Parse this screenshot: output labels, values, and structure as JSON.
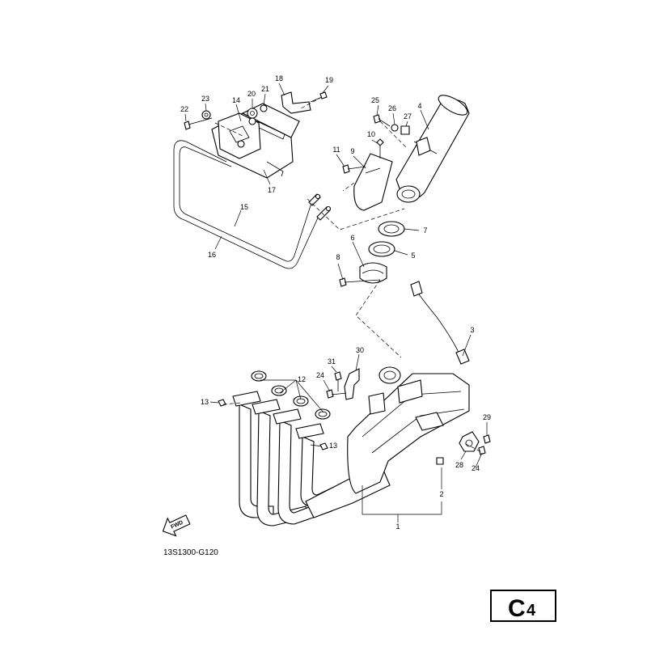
{
  "diagram": {
    "drawing_code": "13S1300-G120",
    "page_ref": {
      "letter": "C",
      "number": "4"
    },
    "fwd_label": "FWD",
    "callouts": [
      {
        "id": "c1",
        "label": "1"
      },
      {
        "id": "c2",
        "label": "2"
      },
      {
        "id": "c3",
        "label": "3"
      },
      {
        "id": "c4",
        "label": "4"
      },
      {
        "id": "c5",
        "label": "5"
      },
      {
        "id": "c6",
        "label": "6"
      },
      {
        "id": "c7",
        "label": "7"
      },
      {
        "id": "c8",
        "label": "8"
      },
      {
        "id": "c9",
        "label": "9"
      },
      {
        "id": "c10",
        "label": "10"
      },
      {
        "id": "c11",
        "label": "11"
      },
      {
        "id": "c12",
        "label": "12"
      },
      {
        "id": "c13a",
        "label": "13"
      },
      {
        "id": "c13b",
        "label": "13"
      },
      {
        "id": "c14",
        "label": "14"
      },
      {
        "id": "c15",
        "label": "15"
      },
      {
        "id": "c16",
        "label": "16"
      },
      {
        "id": "c17",
        "label": "17"
      },
      {
        "id": "c18",
        "label": "18"
      },
      {
        "id": "c19",
        "label": "19"
      },
      {
        "id": "c20",
        "label": "20"
      },
      {
        "id": "c21",
        "label": "21"
      },
      {
        "id": "c22",
        "label": "22"
      },
      {
        "id": "c23",
        "label": "23"
      },
      {
        "id": "c24a",
        "label": "24"
      },
      {
        "id": "c24b",
        "label": "24"
      },
      {
        "id": "c25",
        "label": "25"
      },
      {
        "id": "c26",
        "label": "26"
      },
      {
        "id": "c27",
        "label": "27"
      },
      {
        "id": "c28",
        "label": "28"
      },
      {
        "id": "c29",
        "label": "29"
      },
      {
        "id": "c30",
        "label": "30"
      },
      {
        "id": "c31",
        "label": "31"
      }
    ]
  }
}
